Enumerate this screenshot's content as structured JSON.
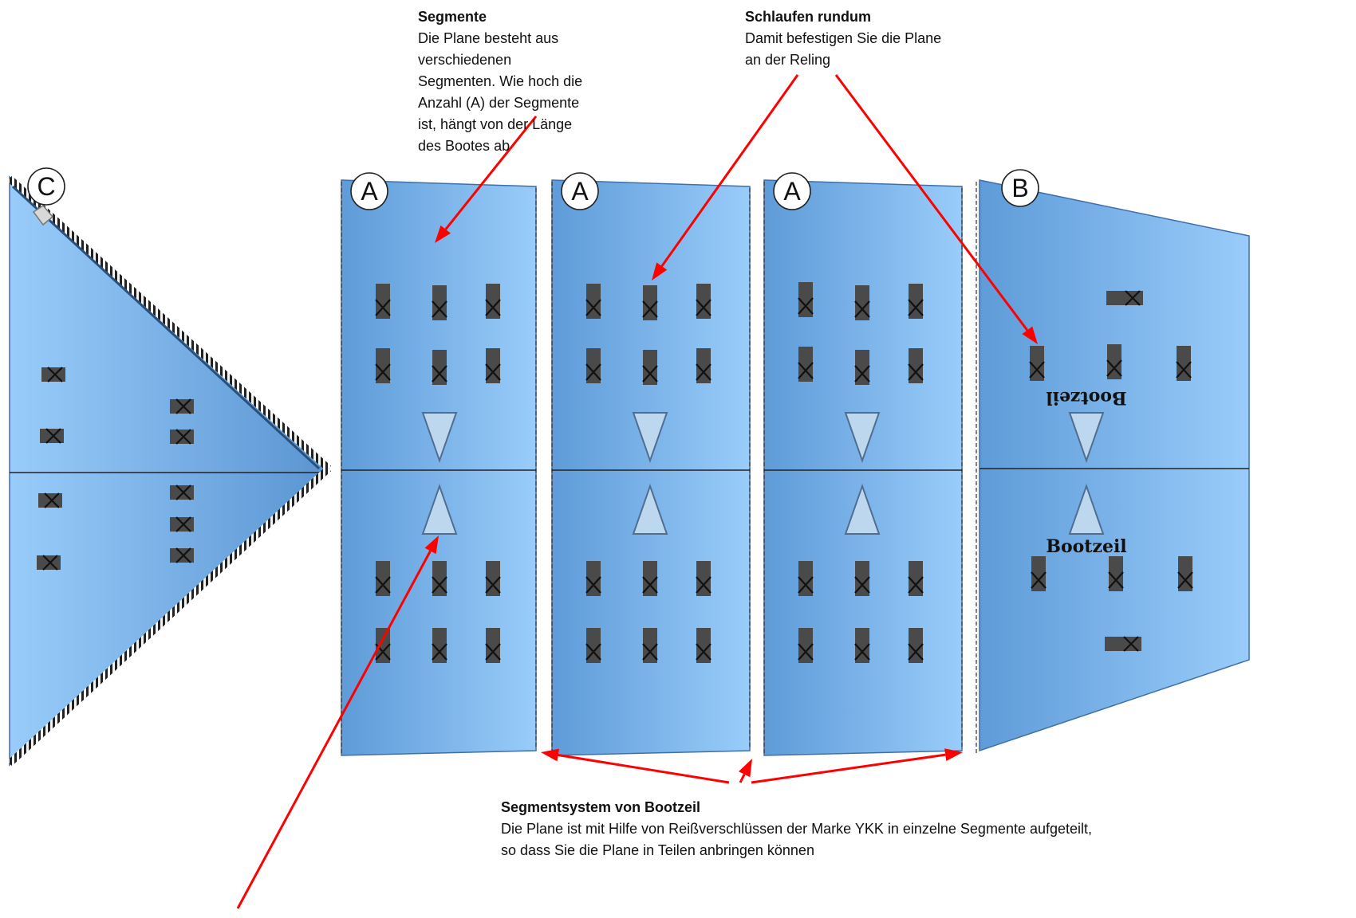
{
  "colors": {
    "panel_dark": "#5E9BD8",
    "panel_light": "#99CCFA",
    "panel_border": "#3F6FA8",
    "strap": "#4A4A4A",
    "arrow_red": "#FF0000",
    "triangle_fill": "#BDD7EE",
    "zipper": "#222222"
  },
  "annotations": {
    "segmente": {
      "title": "Segmente",
      "lines": [
        "Die Plane besteht aus",
        "verschiedenen",
        "Segmenten. Wie hoch die",
        "Anzahl (A) der Segmente",
        "ist, hängt von der Länge",
        "des Bootes ab"
      ]
    },
    "schlaufen": {
      "title": "Schlaufen rundum",
      "lines": [
        "Damit befestigen Sie die Plane",
        "an der Reling"
      ]
    },
    "segmentsystem": {
      "title": "Segmentsystem von Bootzeil",
      "lines": [
        "Die Plane ist mit Hilfe von Reißverschlüssen der Marke YKK in einzelne Segmente aufgeteilt,",
        "so dass Sie die Plane in Teilen anbringen können"
      ]
    }
  },
  "panels": [
    {
      "label": "C",
      "kind": "bow-triangle"
    },
    {
      "label": "A",
      "kind": "segment"
    },
    {
      "label": "A",
      "kind": "segment"
    },
    {
      "label": "A",
      "kind": "segment"
    },
    {
      "label": "B",
      "kind": "stern"
    }
  ],
  "brand": {
    "upper": "Bootzeil",
    "lower": "Bootzeil"
  }
}
